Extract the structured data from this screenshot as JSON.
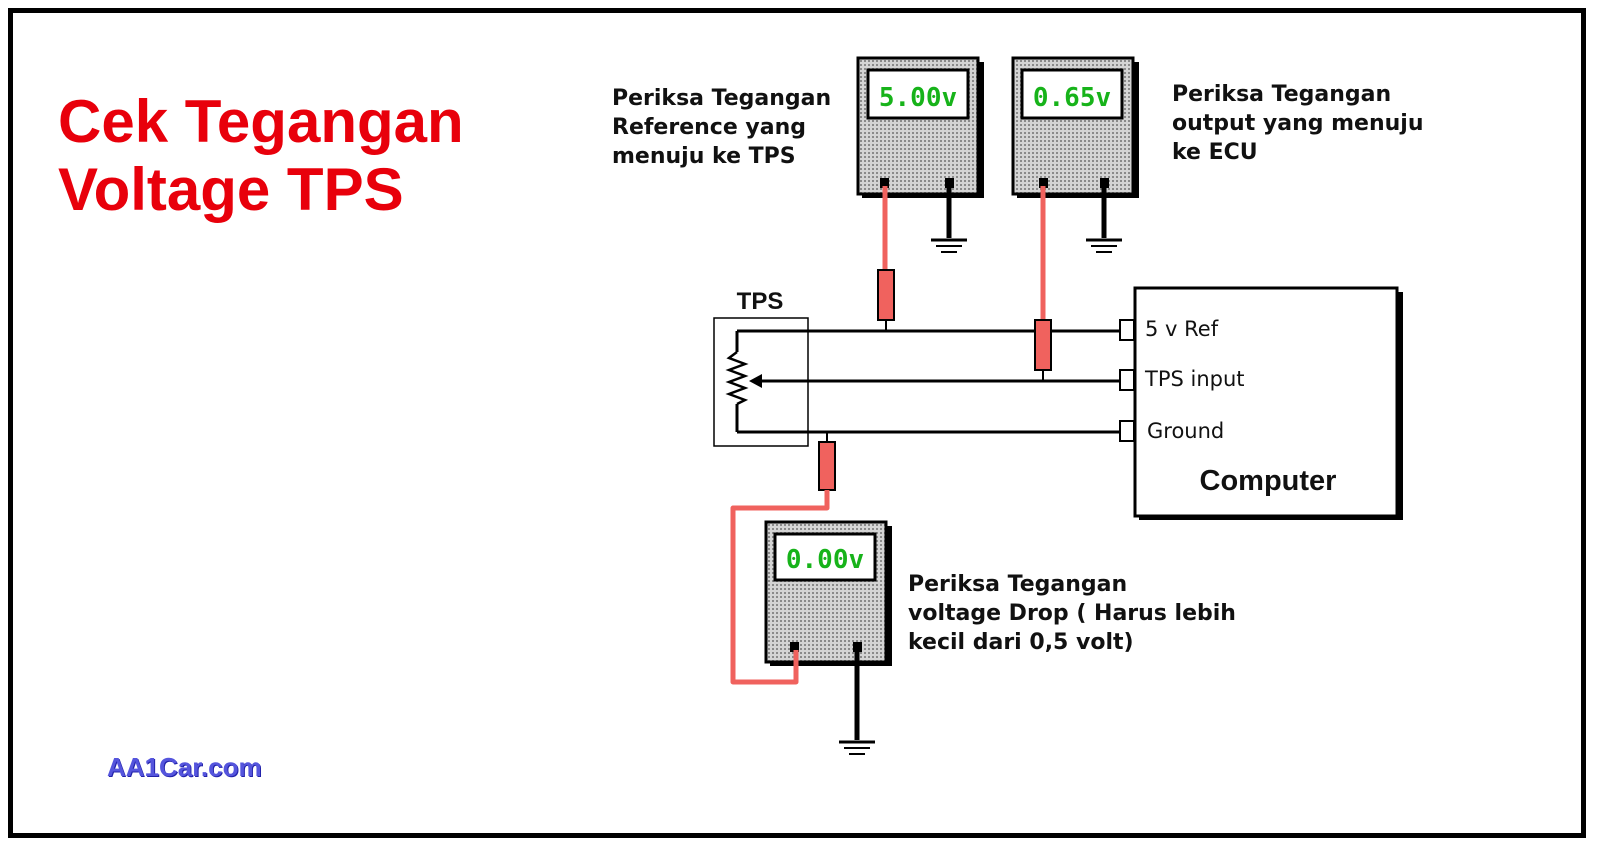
{
  "title": {
    "line1": "Cek Tegangan",
    "line2": "Voltage TPS"
  },
  "notes": {
    "reference": [
      "Periksa Tegangan",
      "Reference yang",
      "menuju ke TPS"
    ],
    "output": [
      "Periksa Tegangan",
      "output yang menuju",
      "ke ECU"
    ],
    "drop": [
      "Periksa Tegangan",
      "voltage Drop ( Harus lebih",
      "kecil dari 0,5 volt)"
    ]
  },
  "meters": {
    "reference": "5.00v",
    "output": "0.65v",
    "drop": "0.00v"
  },
  "tps": {
    "label": "TPS"
  },
  "computer": {
    "label": "Computer",
    "pins": [
      "5 v Ref",
      "TPS input",
      "Ground"
    ]
  },
  "brand": "AA1Car.com",
  "colors": {
    "title": "#e8000b",
    "probe_lead": "#f0625e",
    "meter_display": "#17b31a",
    "brand": "#5555dd"
  }
}
